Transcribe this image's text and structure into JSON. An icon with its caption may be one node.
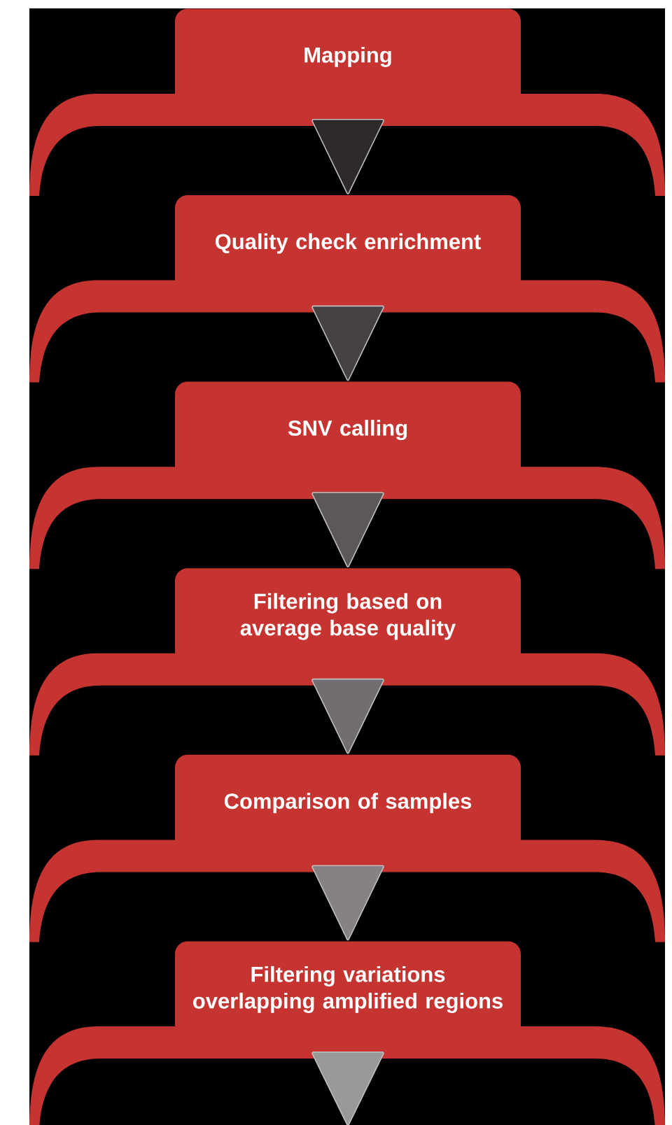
{
  "diagram": {
    "nodes": [
      {
        "text": [
          "Mapping"
        ]
      },
      {
        "text": [
          "Quality check enrichment"
        ]
      },
      {
        "text": [
          "SNV calling"
        ]
      },
      {
        "text": [
          "Filtering based on average base quality"
        ]
      },
      {
        "text": [
          "Comparison of samples"
        ]
      },
      {
        "text": [
          "Filtering variations overlapping amplified regions"
        ]
      }
    ],
    "edges": [
      {
        "from": 0,
        "to": 1,
        "arrow": "to",
        "color": "#2e2a2b"
      },
      {
        "from": 1,
        "to": 2,
        "arrow": "to",
        "color": "#464243"
      },
      {
        "from": 2,
        "to": 3,
        "arrow": "to",
        "color": "#5c5859"
      },
      {
        "from": 3,
        "to": 4,
        "arrow": "to",
        "color": "#726e6f"
      },
      {
        "from": 4,
        "to": 5,
        "arrow": "to",
        "color": "#868283"
      },
      {
        "from": 5,
        "to": null,
        "arrow": "to",
        "color": "#9a9899"
      }
    ]
  }
}
